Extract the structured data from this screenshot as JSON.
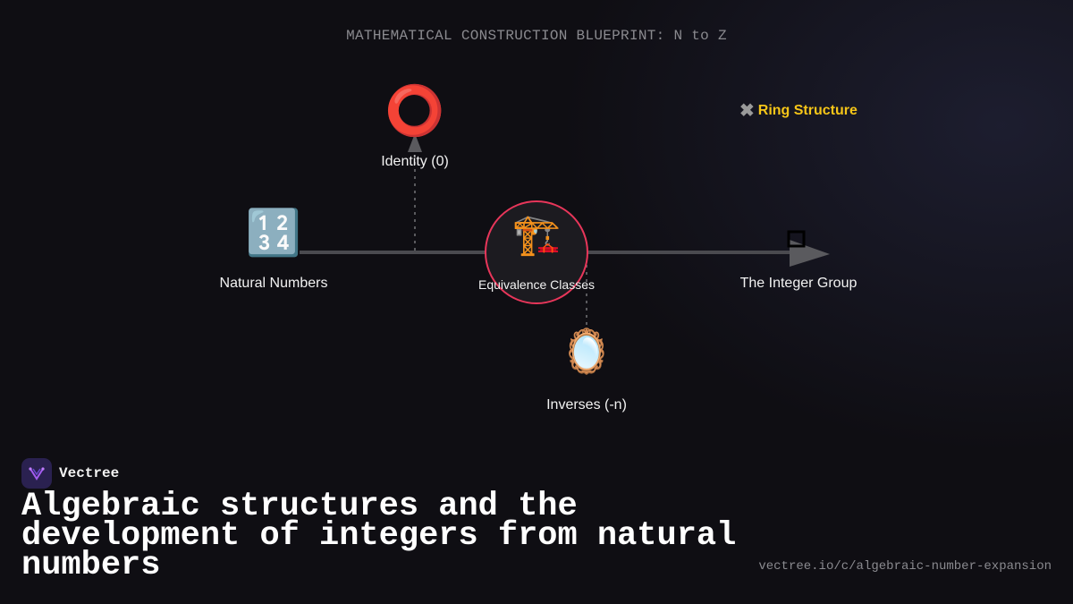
{
  "header": {
    "title": "MATHEMATICAL CONSTRUCTION BLUEPRINT: N to Z"
  },
  "nodes": {
    "natural": {
      "label": "Natural Numbers",
      "icon": "input-numbers-icon",
      "glyph": "🔢"
    },
    "equivalence": {
      "label": "Equivalence Classes",
      "icon": "crane-icon",
      "glyph": "🏗️"
    },
    "integer": {
      "label": "The Integer Group",
      "icon": "square-icon"
    },
    "identity": {
      "label": "Identity (0)",
      "icon": "circle-icon",
      "glyph": "⭕"
    },
    "inverses": {
      "label": "Inverses (-n)",
      "icon": "mirror-icon",
      "glyph": "🪞"
    }
  },
  "ring": {
    "label": "Ring Structure",
    "icon": "multiply-icon",
    "glyph": "✖"
  },
  "colors": {
    "highlight_ring": "#e8365a",
    "ring_label": "#f5c518",
    "connector": "#4a4a4f",
    "background": "#0f0e13"
  },
  "brand": {
    "name": "Vectree"
  },
  "footer": {
    "title": "Algebraic structures and the development of integers from natural numbers",
    "url": "vectree.io/c/algebraic-number-expansion"
  }
}
